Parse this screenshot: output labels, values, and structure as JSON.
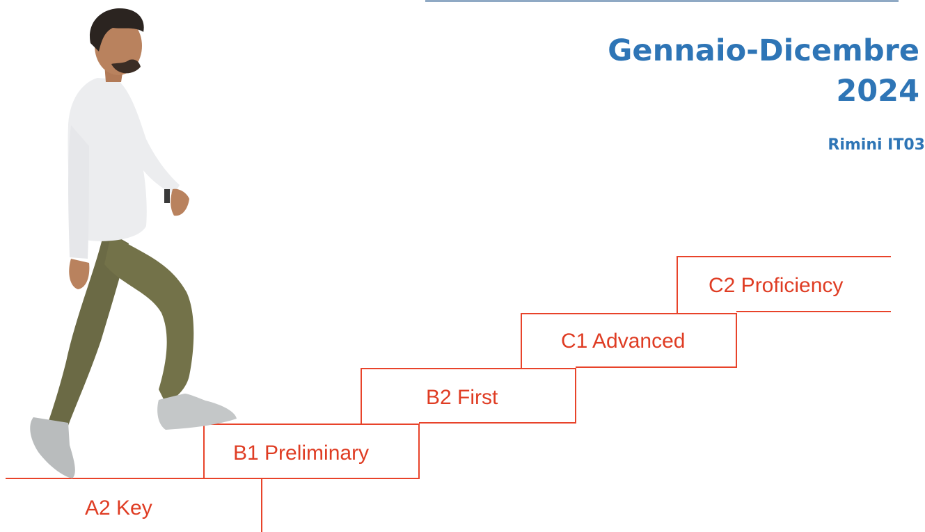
{
  "header": {
    "title_line1": "Gennaio-Dicembre",
    "title_line2": "2024",
    "subtitle": "Rimini IT03"
  },
  "levels": [
    {
      "label": "A2 Key"
    },
    {
      "label": "B1 Preliminary"
    },
    {
      "label": "B2 First"
    },
    {
      "label": "C1 Advanced"
    },
    {
      "label": "C2 Proficiency"
    }
  ],
  "colors": {
    "accent": "#e8432a",
    "title": "#2e75b6",
    "rule": "#8fa9c4"
  }
}
